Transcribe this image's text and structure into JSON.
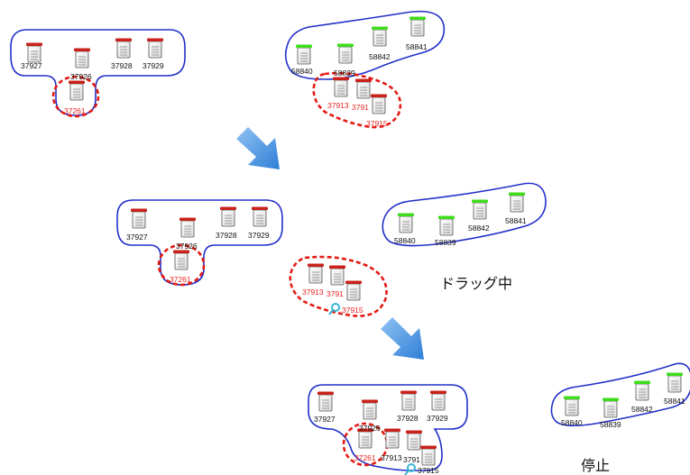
{
  "labels": {
    "dragging": "ドラッグ中",
    "stopped": "停止"
  },
  "panels": [
    {
      "groups": [
        {
          "items": [
            "37927",
            "37926",
            "37928",
            "37929"
          ],
          "accent": "red"
        },
        {
          "items": [
            "37261"
          ],
          "accent": "red",
          "selected": true
        },
        {
          "items": [
            "58840",
            "58839",
            "58842",
            "58841"
          ],
          "accent": "green"
        },
        {
          "items": [
            "37913",
            "3791",
            "37915"
          ],
          "accent": "red",
          "selected": true
        }
      ]
    },
    {
      "groups": [
        {
          "items": [
            "37927",
            "37926",
            "37928",
            "37929"
          ],
          "accent": "red"
        },
        {
          "items": [
            "37261"
          ],
          "accent": "red",
          "selected": true
        },
        {
          "items": [
            "58840",
            "58839",
            "58842",
            "58841"
          ],
          "accent": "green"
        },
        {
          "items": [
            "37913",
            "3791",
            "37915"
          ],
          "accent": "red",
          "selected": true,
          "dragging": true
        }
      ]
    },
    {
      "groups": [
        {
          "items": [
            "37927",
            "37926",
            "37928",
            "37929"
          ],
          "accent": "red"
        },
        {
          "items": [
            "37261"
          ],
          "accent": "red",
          "selected": true
        },
        {
          "items": [
            "37913",
            "3791",
            "37915"
          ],
          "accent": "red",
          "merged": true
        },
        {
          "items": [
            "58840",
            "58839",
            "58842",
            "58841"
          ],
          "accent": "green"
        }
      ]
    }
  ],
  "colors": {
    "group_outline": "#2230c8",
    "selection_outline": "#e31b14",
    "red_accent": "#c8221b",
    "green_accent": "#3fdc1c",
    "arrow": "#3f8fe0",
    "drag_cursor": "#38b6d8"
  },
  "icons": {
    "document": "document-icon",
    "arrow": "arrow-down-right-icon",
    "cursor": "magnifier-cursor-icon"
  }
}
